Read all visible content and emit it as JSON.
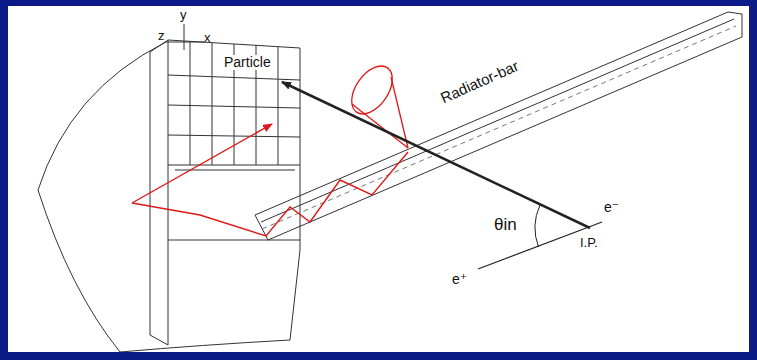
{
  "diagram": {
    "labels": [
      "y",
      "z",
      "x",
      "Particle",
      "Radiator-bar",
      "θin",
      "e⁻",
      "I.P.",
      "e⁺"
    ]
  }
}
